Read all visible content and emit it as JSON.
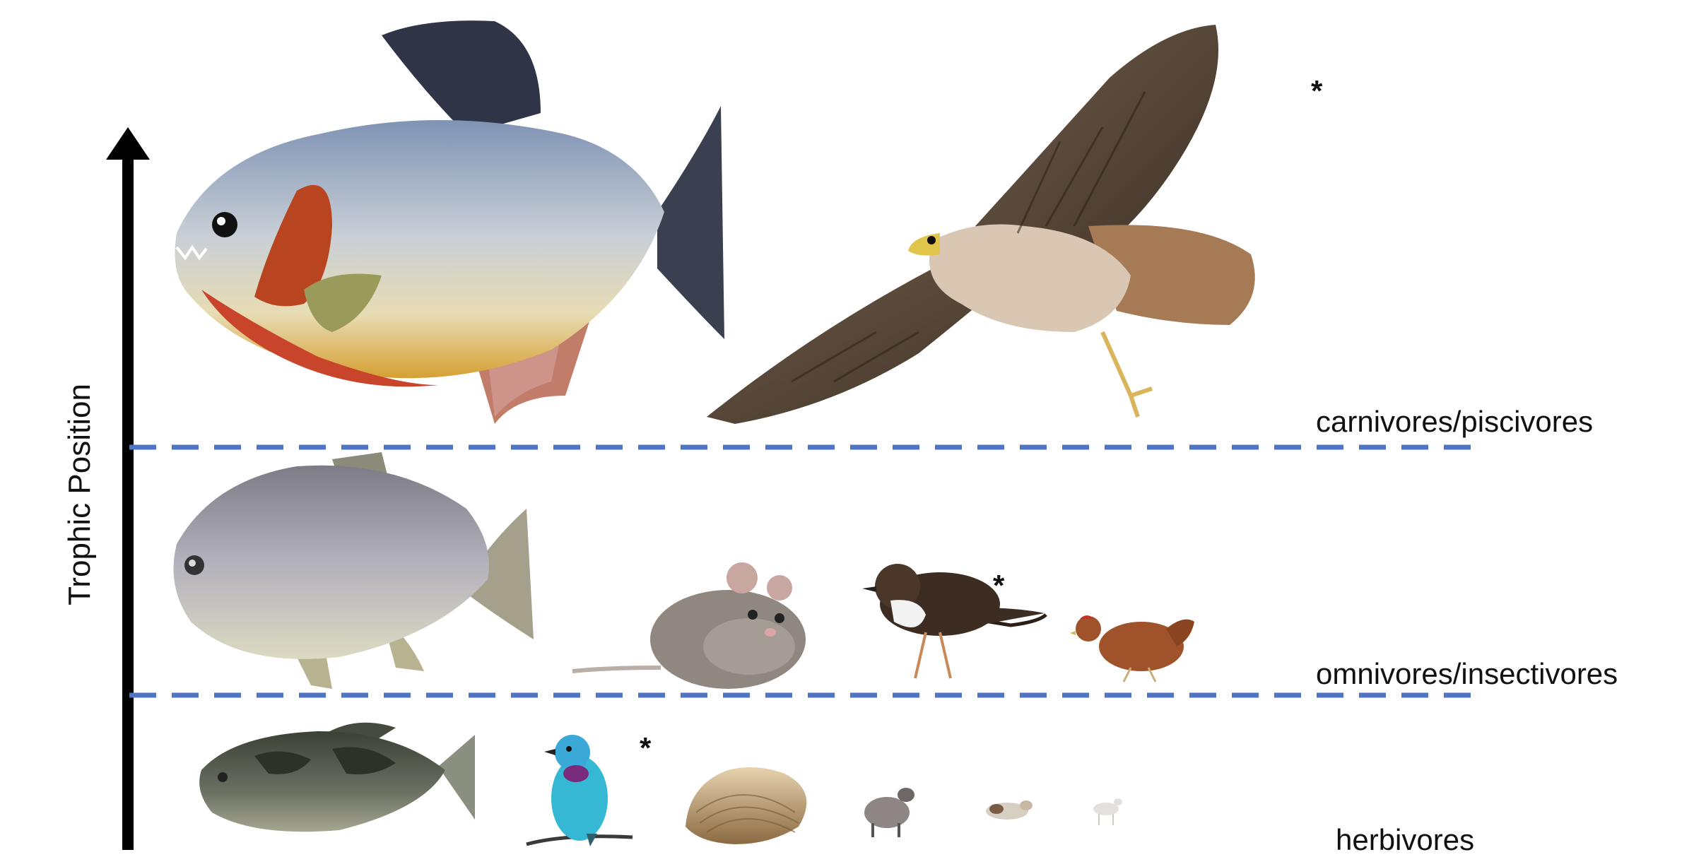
{
  "axis": {
    "title": "Trophic Position"
  },
  "tiers": [
    {
      "id": "carnivores",
      "label": "carnivores/piscivores"
    },
    {
      "id": "omnivores",
      "label": "omnivores/insectivores"
    },
    {
      "id": "herbivores",
      "label": "herbivores"
    }
  ],
  "markers": {
    "asterisk": "*"
  },
  "colors": {
    "divider": "#4f74c4",
    "axis": "#000000"
  }
}
